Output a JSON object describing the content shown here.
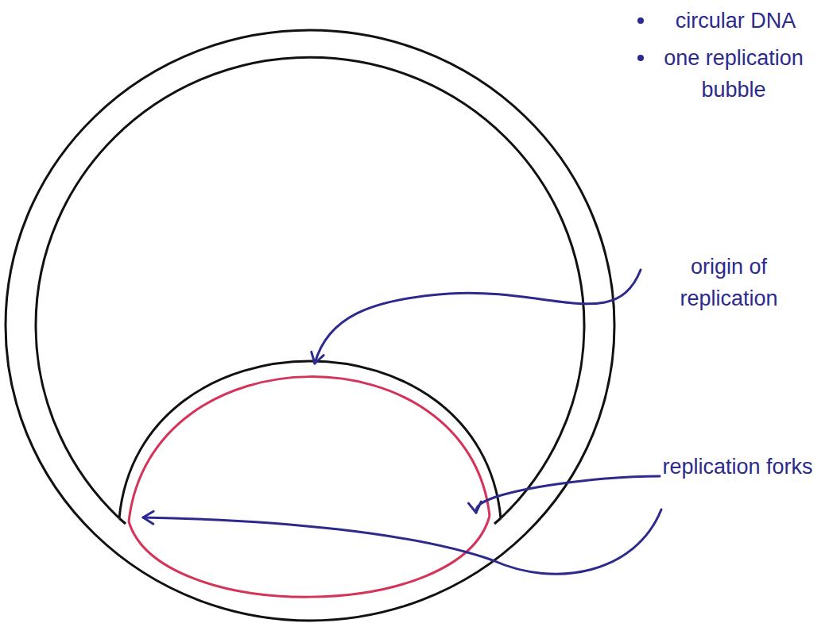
{
  "diagram": {
    "labels": [
      "circular DNA",
      "one replication bubble",
      "origin of replication",
      "replication forks"
    ]
  }
}
